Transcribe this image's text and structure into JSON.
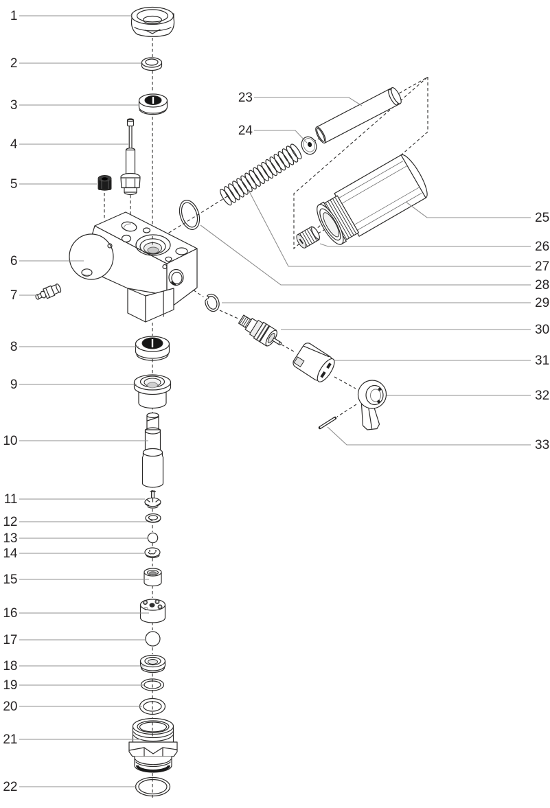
{
  "diagram": {
    "background_color": "#ffffff",
    "line_color": "#2b2a29",
    "leader_color": "#8f8f8f",
    "label_color": "#272425",
    "callouts": [
      {
        "label": "1"
      },
      {
        "label": "2"
      },
      {
        "label": "3"
      },
      {
        "label": "4"
      },
      {
        "label": "5"
      },
      {
        "label": "6"
      },
      {
        "label": "7"
      },
      {
        "label": "8"
      },
      {
        "label": "9"
      },
      {
        "label": "10"
      },
      {
        "label": "11"
      },
      {
        "label": "12"
      },
      {
        "label": "13"
      },
      {
        "label": "14"
      },
      {
        "label": "15"
      },
      {
        "label": "16"
      },
      {
        "label": "17"
      },
      {
        "label": "18"
      },
      {
        "label": "19"
      },
      {
        "label": "20"
      },
      {
        "label": "21"
      },
      {
        "label": "22"
      },
      {
        "label": "23"
      },
      {
        "label": "24"
      },
      {
        "label": "25"
      },
      {
        "label": "26"
      },
      {
        "label": "27"
      },
      {
        "label": "28"
      },
      {
        "label": "29"
      },
      {
        "label": "30"
      },
      {
        "label": "31"
      },
      {
        "label": "32"
      },
      {
        "label": "33"
      }
    ]
  }
}
